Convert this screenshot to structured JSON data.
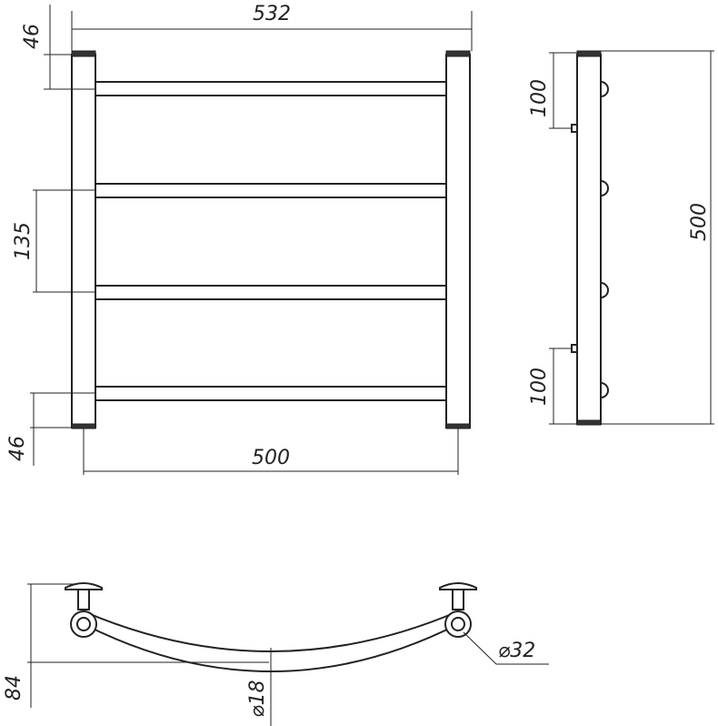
{
  "dimensions": {
    "overall_width": "532",
    "top_offset": "46",
    "bottom_offset": "46",
    "bar_spacing": "135",
    "center_distance": "500",
    "height": "500",
    "side_top_offset": "100",
    "side_bottom_offset": "100",
    "depth": "84",
    "pipe_diameter": "⌀32",
    "rung_diameter": "⌀18"
  },
  "colors": {
    "line": "#222222",
    "background": "#ffffff"
  }
}
